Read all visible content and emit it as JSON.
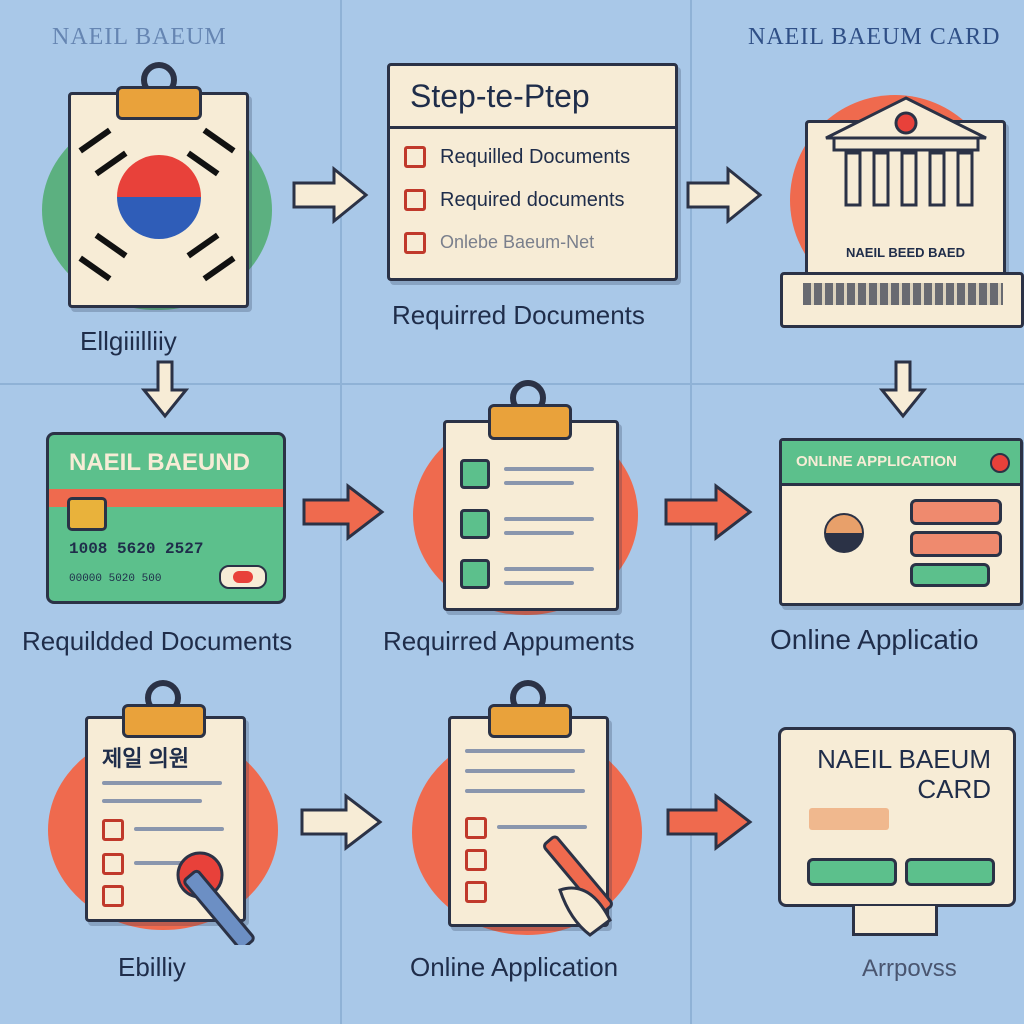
{
  "headers": {
    "top_left": "NAEIL BAEUM",
    "top_right": "NAEIL BAEUM CARD"
  },
  "row1": {
    "checklist_title": "Step-te-Ptep",
    "checklist_items": [
      "Requilled Documents",
      "Required documents",
      "Onlebe Baeum-Net"
    ],
    "laptop_screen_text": "NAEIL BEED BAED",
    "labels": [
      "Ellgiiilliiy",
      "Requirred Documents"
    ]
  },
  "row2": {
    "card_title": "NAEIL BAEUND",
    "card_number": "1008  5620  2527",
    "card_sub": "00000 5020 500",
    "online_title": "ONLINE APPLICATION",
    "labels": [
      "Requildded Documents",
      "Requirred Appuments",
      "Online Applicatio"
    ]
  },
  "row3": {
    "form_header": "제일 의원",
    "monitor_title": "NAEIL BAEUM CARD",
    "labels": [
      "Ebilliy",
      "Online Application",
      "Arrpovss"
    ]
  },
  "colors": {
    "background": "#a9c8e8",
    "accent_red": "#ef6a4e",
    "accent_green": "#5cc08c",
    "panel": "#f7ecd6",
    "clip": "#e9a23b"
  }
}
